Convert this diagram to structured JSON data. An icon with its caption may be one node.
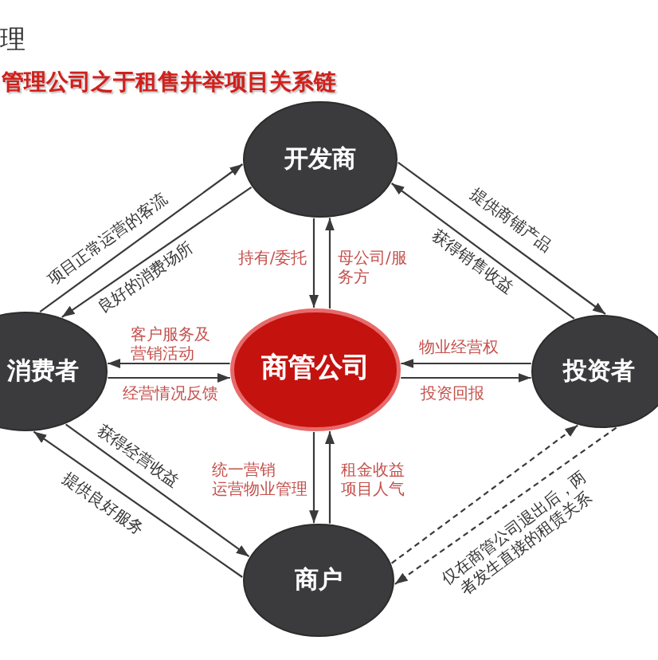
{
  "diagram": {
    "title": "管理公司之于租售并举项目关系链",
    "nodes": [
      {
        "text": [
          "开发商"
        ]
      },
      {
        "text": [
          "消费者"
        ]
      },
      {
        "text": [
          "商管公司"
        ]
      },
      {
        "text": [
          "投资者"
        ]
      },
      {
        "text": [
          "商户"
        ]
      }
    ],
    "edges": [
      {
        "from": 1,
        "to": 0,
        "arrow": "to",
        "label": "项目正常运营的客流"
      },
      {
        "from": 0,
        "to": 1,
        "arrow": "to",
        "label": "良好的消费场所"
      },
      {
        "from": 0,
        "to": 2,
        "arrow": "to",
        "label": "持有/委托"
      },
      {
        "from": 2,
        "to": 0,
        "arrow": "to",
        "label": "母公司/服务方"
      },
      {
        "from": 0,
        "to": 3,
        "arrow": "to",
        "label": "提供商铺产品"
      },
      {
        "from": 3,
        "to": 0,
        "arrow": "to",
        "label": "获得销售收益"
      },
      {
        "from": 2,
        "to": 1,
        "arrow": "to",
        "label": "客户服务及营销活动"
      },
      {
        "from": 1,
        "to": 2,
        "arrow": "to",
        "label": "经营情况反馈"
      },
      {
        "from": 3,
        "to": 2,
        "arrow": "to",
        "label": "物业经营权"
      },
      {
        "from": 2,
        "to": 3,
        "arrow": "to",
        "label": "投资回报"
      },
      {
        "from": 2,
        "to": 4,
        "arrow": "to",
        "label": "统一营销运营物业管理"
      },
      {
        "from": 4,
        "to": 2,
        "arrow": "to",
        "label": "租金收益项目人气"
      },
      {
        "from": 1,
        "to": 4,
        "arrow": "to",
        "label": "获得经营收益"
      },
      {
        "from": 4,
        "to": 1,
        "arrow": "to",
        "label": "提供良好服务"
      },
      {
        "from": 4,
        "to": 3,
        "arrow": "to",
        "style": "dashed"
      },
      {
        "from": 3,
        "to": 4,
        "arrow": "to",
        "style": "dashed",
        "label": "仅在商管公司退出后，两者发生直接的租赁关系"
      }
    ],
    "labels": [
      "理"
    ]
  }
}
